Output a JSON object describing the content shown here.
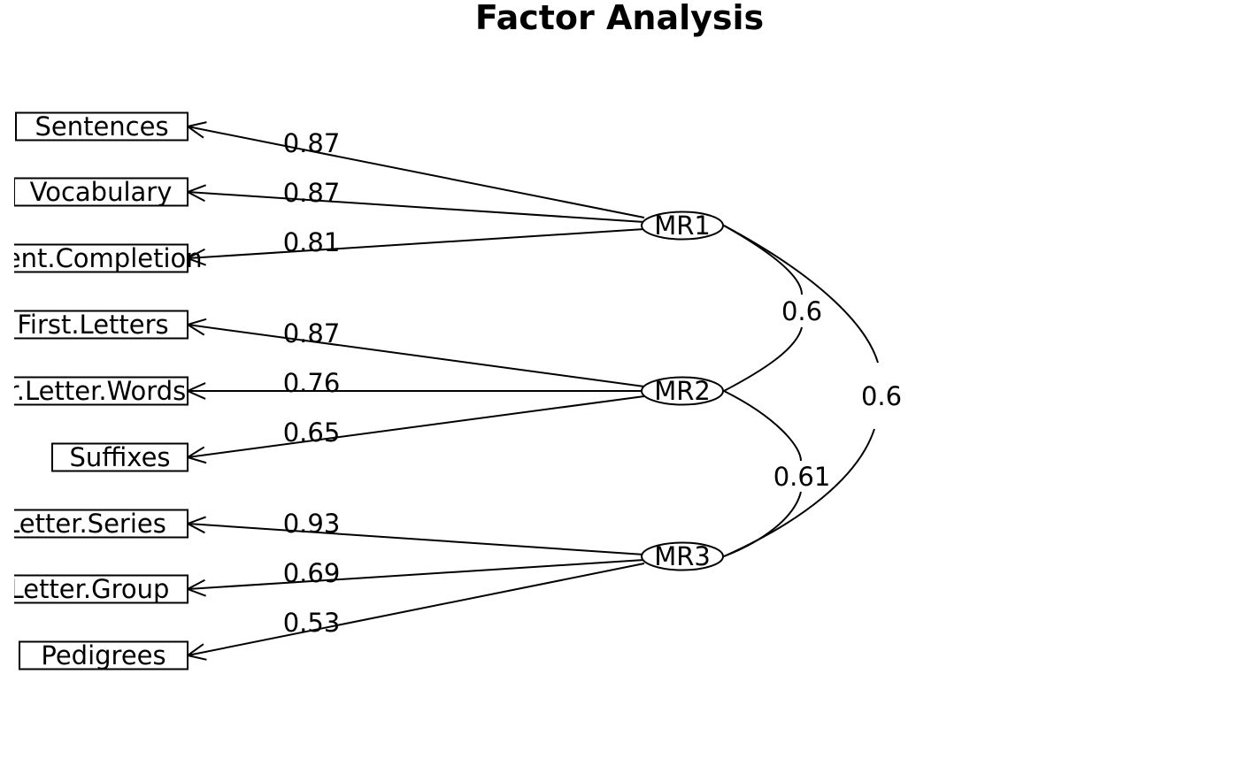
{
  "title": "Factor Analysis",
  "colors": {
    "ink": "#000000",
    "background": "#ffffff"
  },
  "variables": [
    {
      "id": "sentences",
      "label": "Sentences"
    },
    {
      "id": "vocabulary",
      "label": "Vocabulary"
    },
    {
      "id": "sent-completion",
      "label": "Sent.Completion"
    },
    {
      "id": "first-letters",
      "label": "First.Letters"
    },
    {
      "id": "four-letter-words",
      "label": "Four.Letter.Words"
    },
    {
      "id": "suffixes",
      "label": "Suffixes"
    },
    {
      "id": "letter-series",
      "label": "Letter.Series"
    },
    {
      "id": "letter-group",
      "label": "Letter.Group"
    },
    {
      "id": "pedigrees",
      "label": "Pedigrees"
    }
  ],
  "factors": [
    {
      "id": "mr1",
      "label": "MR1"
    },
    {
      "id": "mr2",
      "label": "MR2"
    },
    {
      "id": "mr3",
      "label": "MR3"
    }
  ],
  "loadings": [
    {
      "factor": "mr1",
      "variable": "sentences",
      "value": "0.87"
    },
    {
      "factor": "mr1",
      "variable": "vocabulary",
      "value": "0.87"
    },
    {
      "factor": "mr1",
      "variable": "sent-completion",
      "value": "0.81"
    },
    {
      "factor": "mr2",
      "variable": "first-letters",
      "value": "0.87"
    },
    {
      "factor": "mr2",
      "variable": "four-letter-words",
      "value": "0.76"
    },
    {
      "factor": "mr2",
      "variable": "suffixes",
      "value": "0.65"
    },
    {
      "factor": "mr3",
      "variable": "letter-series",
      "value": "0.93"
    },
    {
      "factor": "mr3",
      "variable": "letter-group",
      "value": "0.69"
    },
    {
      "factor": "mr3",
      "variable": "pedigrees",
      "value": "0.53"
    }
  ],
  "correlations": [
    {
      "from": "mr1",
      "to": "mr2",
      "value": "0.6"
    },
    {
      "from": "mr2",
      "to": "mr3",
      "value": "0.61"
    },
    {
      "from": "mr1",
      "to": "mr3",
      "value": "0.6"
    }
  ]
}
